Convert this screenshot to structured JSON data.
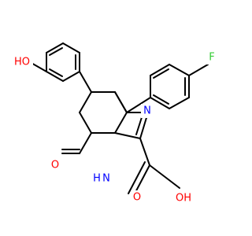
{
  "molecule": {
    "atoms": {
      "ho": {
        "text": "HO",
        "color": "#ff0000"
      },
      "f": {
        "text": "F",
        "color": "#33cc33"
      },
      "n1": {
        "text": "N",
        "color": "#0000ff"
      },
      "nh": {
        "text": "H",
        "color": "#0000ff"
      },
      "n4": {
        "text": "N",
        "color": "#0000ff"
      },
      "o_lactam": {
        "text": "O",
        "color": "#ff0000"
      },
      "o_acid": {
        "text": "O",
        "color": "#ff0000"
      },
      "oh_acid": {
        "text": "OH",
        "color": "#ff0000"
      }
    }
  }
}
